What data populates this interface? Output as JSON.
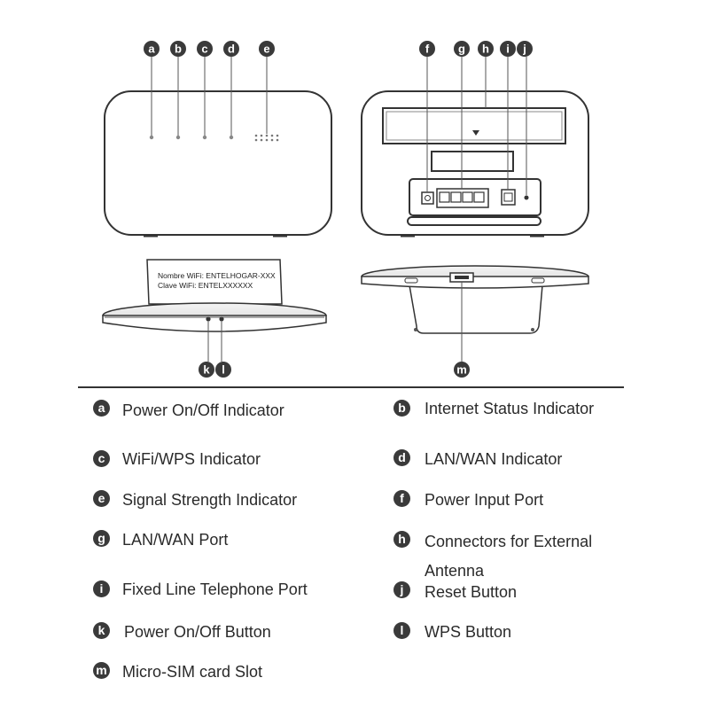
{
  "callouts": [
    "a",
    "b",
    "c",
    "d",
    "e",
    "f",
    "g",
    "h",
    "i",
    "j",
    "k",
    "l",
    "m"
  ],
  "card": {
    "line1": "Nombre WiFi: ENTELHOGAR-XXX",
    "line2": "Clave WiFi: ENTELXXXXXX"
  },
  "legend": {
    "a": "Power On/Off Indicator",
    "b": "Internet Status Indicator",
    "c": "WiFi/WPS Indicator",
    "d": "LAN/WAN Indicator",
    "e": "Signal Strength Indicator",
    "f": "Power Input Port",
    "g": "LAN/WAN Port",
    "h_line1": "Connectors for External",
    "h_line2": "Antenna",
    "i": "Fixed Line Telephone Port",
    "j": "Reset Button",
    "k": "Power On/Off Button",
    "l": "WPS Button",
    "m": "Micro-SIM card Slot"
  }
}
